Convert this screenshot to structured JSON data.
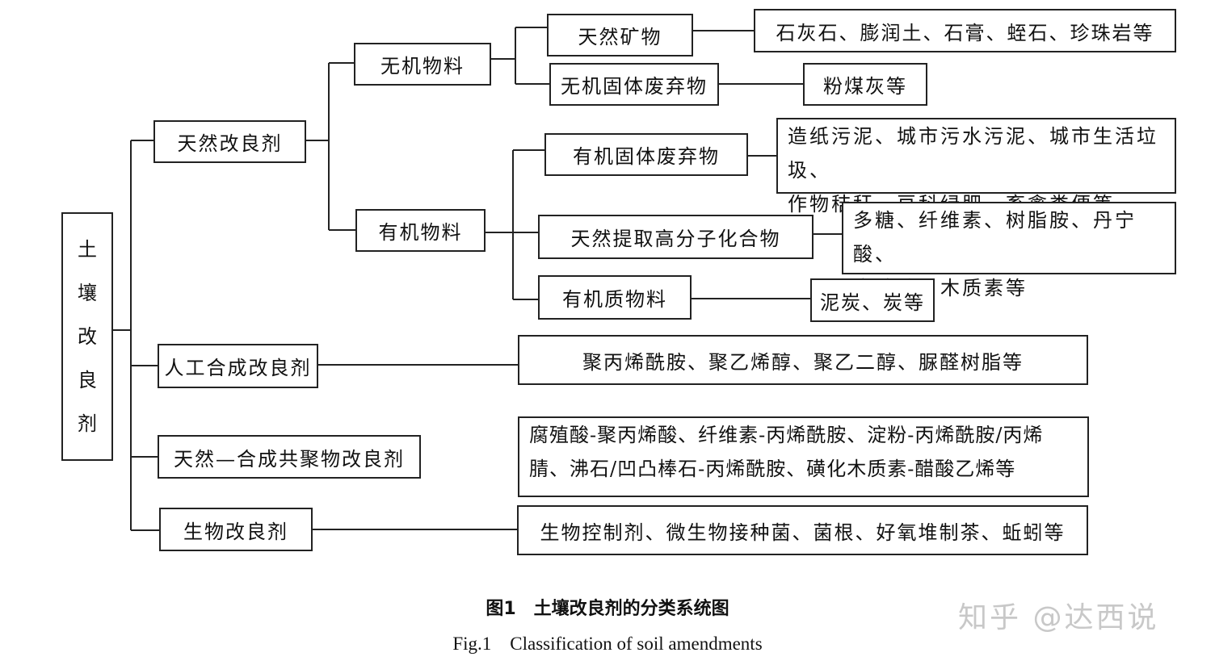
{
  "root": {
    "chars": [
      "土",
      "壤",
      "改",
      "良",
      "剂"
    ]
  },
  "level1": {
    "natural": "天然改良剂",
    "synthetic": "人工合成改良剂",
    "copolymer": "天然—合成共聚物改良剂",
    "biological": "生物改良剂"
  },
  "level2": {
    "inorganic": "无机物料",
    "organic": "有机物料"
  },
  "level3": {
    "natural_minerals": "天然矿物",
    "inorganic_solid_waste": "无机固体废弃物",
    "organic_solid_waste": "有机固体废弃物",
    "natural_polymers": "天然提取高分子化合物",
    "organic_matter": "有机质物料"
  },
  "examples": {
    "natural_minerals": "石灰石、膨润土、石膏、蛭石、珍珠岩等",
    "inorganic_solid_waste": "粉煤灰等",
    "organic_solid_waste_l1": "造纸污泥、城市污水污泥、城市生活垃圾、",
    "organic_solid_waste_l2": "作物秸秆、豆科绿肥、畜禽粪便等",
    "natural_polymers_l1": "多糖、纤维素、树脂胺、丹宁酸、",
    "natural_polymers_l2": "腐殖酸、木质素等",
    "organic_matter": "泥炭、炭等",
    "synthetic": "聚丙烯酰胺、聚乙烯醇、聚乙二醇、脲醛树脂等",
    "copolymer_l1": "腐殖酸-聚丙烯酸、纤维素-丙烯酰胺、淀粉-丙烯酰胺/丙烯",
    "copolymer_l2": "腈、沸石/凹凸棒石-丙烯酰胺、磺化木质素-醋酸乙烯等",
    "biological": "生物控制剂、微生物接种菌、菌根、好氧堆制茶、蚯蚓等"
  },
  "caption": {
    "zh": "图1　土壤改良剂的分类系统图",
    "en": "Fig.1　Classification of soil amendments"
  },
  "watermark": "知乎 @达西说"
}
